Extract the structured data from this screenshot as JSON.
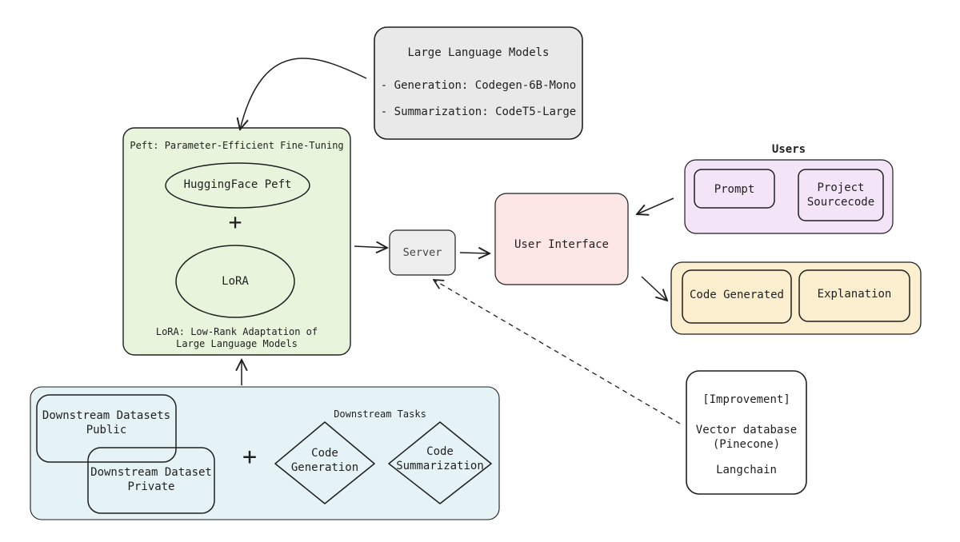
{
  "llm": {
    "title": "Large Language Models",
    "line1": "- Generation: Codegen-6B-Mono",
    "line2": "- Summarization: CodeT5-Large"
  },
  "peft": {
    "header": "Peft: Parameter-Efficient Fine-Tuning",
    "hf": "HuggingFace Peft",
    "plus": "+",
    "lora": "LoRA",
    "footer": "LoRA: Low-Rank Adaptation of\nLarge Language Models"
  },
  "server": {
    "label": "Server"
  },
  "ui": {
    "label": "User Interface"
  },
  "users": {
    "title": "Users",
    "prompt": "Prompt",
    "project": "Project\nSourcecode"
  },
  "output": {
    "code": "Code Generated",
    "explanation": "Explanation"
  },
  "improvement": {
    "title": "[Improvement]",
    "vector": "Vector database\n(Pinecone)",
    "langchain": "Langchain"
  },
  "downstream": {
    "public": "Downstream Datasets\nPublic",
    "private": "Downstream Dataset\nPrivate",
    "plus": "+",
    "tasks_title": "Downstream Tasks",
    "codegen": "Code\nGeneration",
    "codesum": "Code\nSummarization"
  },
  "colors": {
    "llm_fill": "#e9e9ea",
    "peft_fill": "#e8f5dc",
    "server_fill": "#eeeeef",
    "ui_fill": "#fde6e6",
    "users_fill": "#f3e5f7",
    "output_fill": "#fcefcf",
    "downstream_fill": "#e6f3f6",
    "stroke": "#1f1f1f"
  }
}
